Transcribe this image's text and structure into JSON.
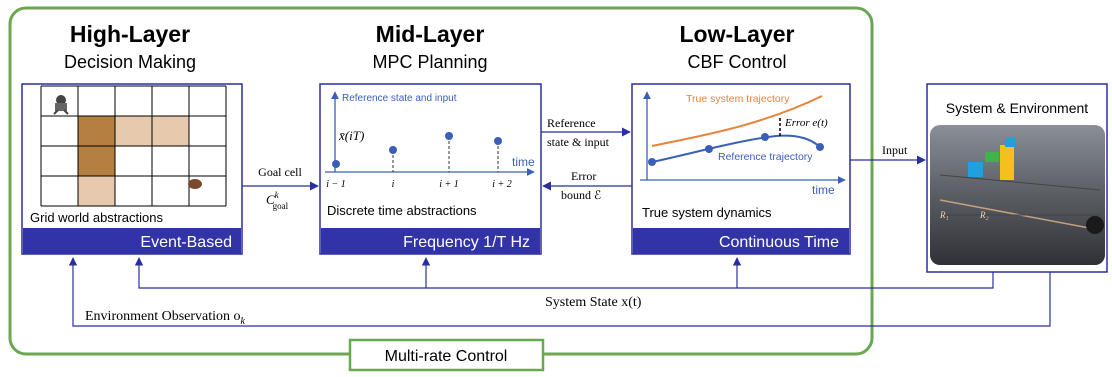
{
  "colors": {
    "frame_green": "#6aa84f",
    "box_blue": "#2a2f9e",
    "band_blue": "#3333a8",
    "plot_blue": "#3a5fb8",
    "orange": "#e8823a",
    "brown": "#b5803f",
    "light_brown": "#e7c9ad"
  },
  "high_layer": {
    "title": "High-Layer",
    "subtitle": "Decision Making",
    "caption": "Grid world abstractions",
    "footer": "Event-Based"
  },
  "mid_layer": {
    "title": "Mid-Layer",
    "subtitle": "MPC Planning",
    "axis_label": "Reference state and input",
    "time_label": "time",
    "state_label": "x̄(iT)",
    "ticks": [
      "i − 1",
      "i",
      "i + 1",
      "i + 2"
    ],
    "caption": "Discrete time abstractions",
    "footer": "Frequency 1/T Hz"
  },
  "low_layer": {
    "title": "Low-Layer",
    "subtitle": "CBF Control",
    "true_traj": "True system trajectory",
    "ref_traj": "Reference trajectory",
    "error": "Error e(t)",
    "time_label": "time",
    "caption": "True system dynamics",
    "footer": "Continuous Time"
  },
  "system": {
    "title": "System & Environment",
    "r1": "R₁",
    "r2": "R₂"
  },
  "arrows": {
    "goal_cell": "Goal cell",
    "goal_symbol": "C",
    "goal_sup": "k",
    "goal_sub": "goal",
    "reference_line1": "Reference",
    "reference_line2": "state & input",
    "error_line1": "Error",
    "error_line2": "bound ℰ",
    "input": "Input",
    "system_state": "System State x(t)",
    "env_obs": "Environment Observation o",
    "env_obs_sub": "k"
  },
  "frame_label": "Multi-rate Control"
}
